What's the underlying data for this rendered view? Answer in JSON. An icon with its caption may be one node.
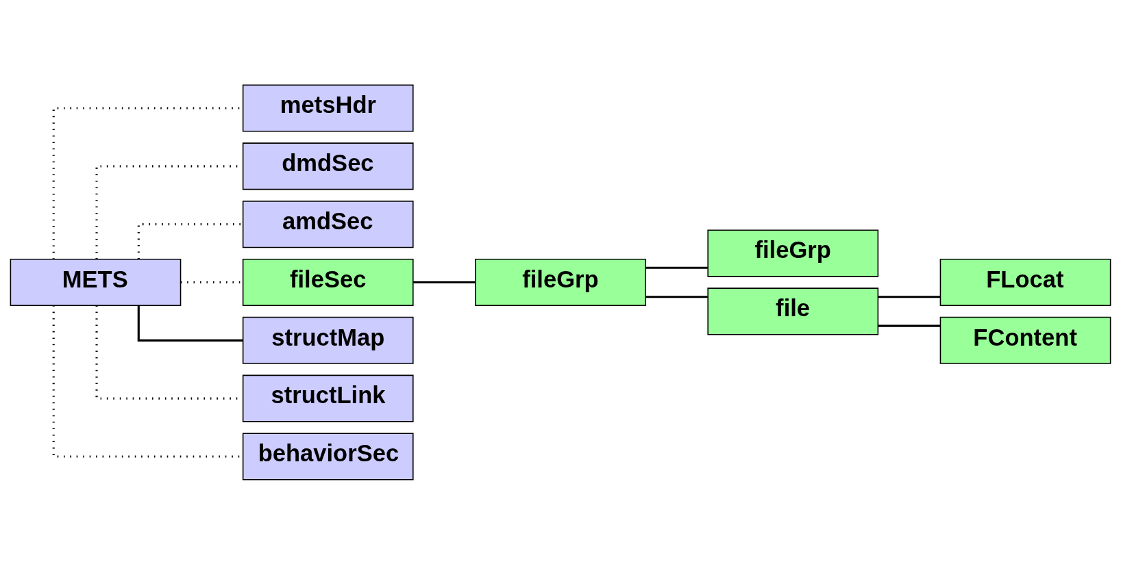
{
  "diagram": {
    "nodes": [
      {
        "text": [
          "METS"
        ]
      },
      {
        "text": [
          "metsHdr"
        ]
      },
      {
        "text": [
          "dmdSec"
        ]
      },
      {
        "text": [
          "amdSec"
        ]
      },
      {
        "text": [
          "fileSec"
        ]
      },
      {
        "text": [
          "structMap"
        ]
      },
      {
        "text": [
          "structLink"
        ]
      },
      {
        "text": [
          "behaviorSec"
        ]
      },
      {
        "text": [
          "fileGrp"
        ]
      },
      {
        "text": [
          "fileGrp"
        ]
      },
      {
        "text": [
          "file"
        ]
      },
      {
        "text": [
          "FLocat"
        ]
      },
      {
        "text": [
          "FContent"
        ]
      }
    ],
    "edges": [
      {
        "from": 0,
        "to": 1,
        "arrow": "none",
        "style": "dashed"
      },
      {
        "from": 0,
        "to": 2,
        "arrow": "none",
        "style": "dashed"
      },
      {
        "from": 0,
        "to": 3,
        "arrow": "none",
        "style": "dashed"
      },
      {
        "from": 0,
        "to": 4,
        "arrow": "none",
        "style": "dashed"
      },
      {
        "from": 0,
        "to": 5,
        "arrow": "none"
      },
      {
        "from": 0,
        "to": 6,
        "arrow": "none",
        "style": "dashed"
      },
      {
        "from": 0,
        "to": 7,
        "arrow": "none",
        "style": "dashed"
      },
      {
        "from": 4,
        "to": 8,
        "arrow": "none"
      },
      {
        "from": 8,
        "to": 9,
        "arrow": "none"
      },
      {
        "from": 8,
        "to": 10,
        "arrow": "none"
      },
      {
        "from": 10,
        "to": 11,
        "arrow": "none"
      },
      {
        "from": 10,
        "to": 12,
        "arrow": "none"
      }
    ]
  }
}
